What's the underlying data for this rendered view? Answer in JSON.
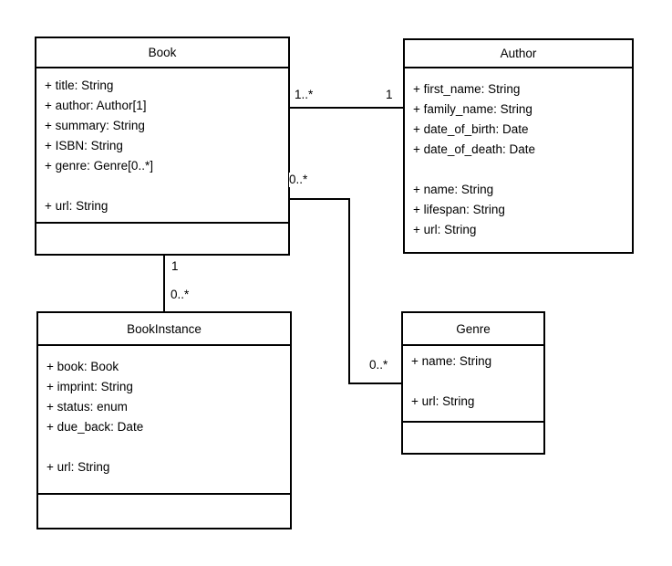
{
  "diagram": {
    "type": "uml-class-diagram",
    "colors": {
      "background": "#ffffff",
      "line": "#000000",
      "text": "#000000"
    },
    "classes": [
      {
        "name": "Book",
        "attributes": [
          "+ title: String",
          "+ author: Author[1]",
          "+ summary: String",
          "+ ISBN: String",
          "+ genre: Genre[0..*]",
          "",
          "+ url: String"
        ]
      },
      {
        "name": "Author",
        "attributes": [
          "+ first_name: String",
          "+ family_name: String",
          "+ date_of_birth: Date",
          "+ date_of_death: Date",
          "",
          "+ name: String",
          "+ lifespan: String",
          "+ url: String"
        ]
      },
      {
        "name": "BookInstance",
        "attributes": [
          "+ book: Book",
          "+ imprint: String",
          "+ status: enum",
          "+ due_back: Date",
          "",
          "+ url: String"
        ]
      },
      {
        "name": "Genre",
        "attributes": [
          "+ name: String",
          "",
          "+ url: String"
        ]
      }
    ],
    "relationships": [
      {
        "from": "Book",
        "to": "Author",
        "from_multiplicity": "1..*",
        "to_multiplicity": "1"
      },
      {
        "from": "Book",
        "to": "BookInstance",
        "from_multiplicity": "1",
        "to_multiplicity": "0..*"
      },
      {
        "from": "Book",
        "to": "Genre",
        "from_multiplicity": "0..*",
        "to_multiplicity": "0..*"
      }
    ]
  }
}
